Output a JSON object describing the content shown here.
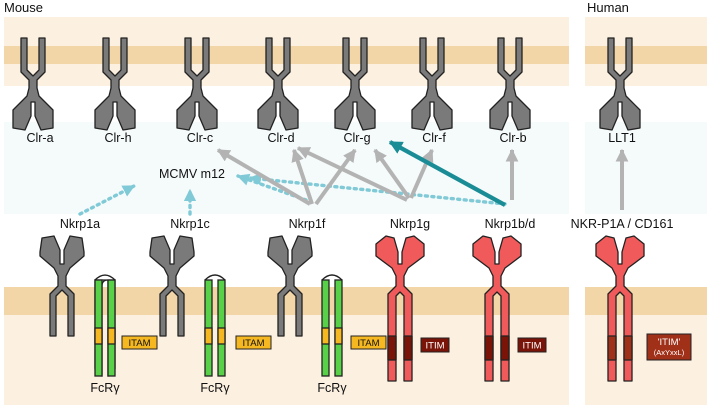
{
  "panels": {
    "mouse_title": "Mouse",
    "human_title": "Human"
  },
  "colors": {
    "membrane": "#f2d6a8",
    "cell_pale": "#fcf0e0",
    "gray_receptor": "#7a7a7a",
    "red_receptor": "#f05a5a",
    "green_adaptor": "#58d048",
    "itam": "#f5b820",
    "itim": "#7a1408",
    "arrow_gray": "#b3b3b3",
    "arrow_teal": "#1a8c96",
    "dotted": "#7fcad6"
  },
  "ligands": [
    "Clr-a",
    "Clr-h",
    "Clr-c",
    "Clr-d",
    "Clr-g",
    "Clr-f",
    "Clr-b"
  ],
  "human_ligand": "LLT1",
  "viral_ligand": "MCMV m12",
  "receptors": [
    "Nkrp1a",
    "Nkrp1c",
    "Nkrp1f",
    "Nkrp1g",
    "Nkrp1b/d"
  ],
  "human_receptor": "NKR-P1A / CD161",
  "adaptor_label": "FcRγ",
  "itam_label": "ITAM",
  "itim_label": "ITIM",
  "human_motif": {
    "label": "'ITIM'",
    "sub": "(AxYxxL)"
  }
}
